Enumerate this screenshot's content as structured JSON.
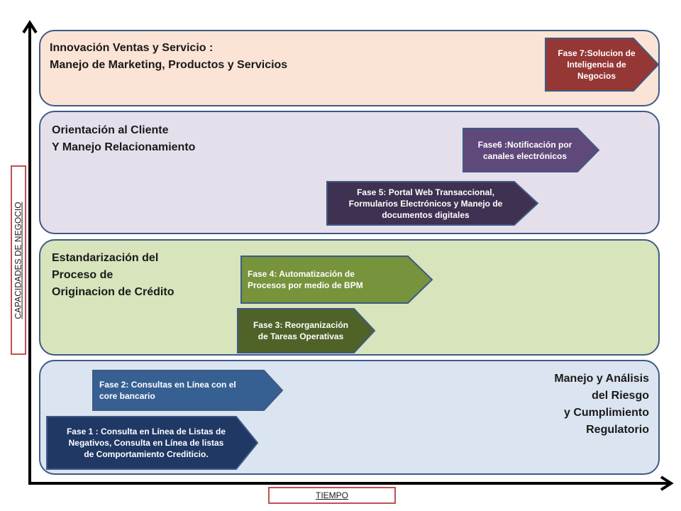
{
  "axes": {
    "y_label": "CAPACIDADES DE NEGOCIO",
    "x_label": "TIEMPO"
  },
  "colors": {
    "band_border": "#3f5a85",
    "band1_fill": "#fbe4d5",
    "band2_fill": "#e5dfec",
    "band3_fill": "#d8e4bc",
    "band4_fill": "#dbe5f1",
    "phase7_fill": "#953735",
    "phase6_fill": "#5f497a",
    "phase5_fill": "#3f3151",
    "phase4_fill": "#77933c",
    "phase3_fill": "#4f6228",
    "phase2_fill": "#376092",
    "phase1_fill": "#1f3864",
    "axis_label_border": "#c0504d"
  },
  "bands": [
    {
      "lines": [
        "Innovación Ventas y Servicio :",
        "Manejo de Marketing, Productos y Servicios"
      ]
    },
    {
      "lines": [
        "Orientación al Cliente",
        "Y Manejo Relacionamiento"
      ]
    },
    {
      "lines": [
        "Estandarización del",
        "Proceso de",
        "Originacion de Crédito"
      ]
    },
    {
      "lines": [
        "Manejo y Análisis",
        "del Riesgo",
        "y Cumplimiento",
        "Regulatorio"
      ]
    }
  ],
  "phases": {
    "p7": {
      "lines": [
        "Fase 7:Solucion de",
        "Inteligencia de",
        "Negocios"
      ]
    },
    "p6": {
      "lines": [
        "Fase6 :Notificación por",
        "canales electrónicos"
      ]
    },
    "p5": {
      "lines": [
        "Fase 5: Portal Web Transaccional,",
        "Formularios Electrónicos y Manejo de",
        "documentos digitales"
      ]
    },
    "p4": {
      "lines": [
        "Fase 4: Automatización de",
        "Procesos por medio de BPM"
      ]
    },
    "p3": {
      "lines": [
        "Fase 3: Reorganización",
        "de  Tareas Operativas"
      ]
    },
    "p2": {
      "lines": [
        "Fase 2: Consultas en Línea con el",
        "core bancario"
      ]
    },
    "p1": {
      "lines": [
        "Fase 1 : Consulta  en Línea  de Listas de",
        "Negativos, Consulta  en Línea de listas",
        "de  Comportamiento Crediticio."
      ]
    }
  }
}
